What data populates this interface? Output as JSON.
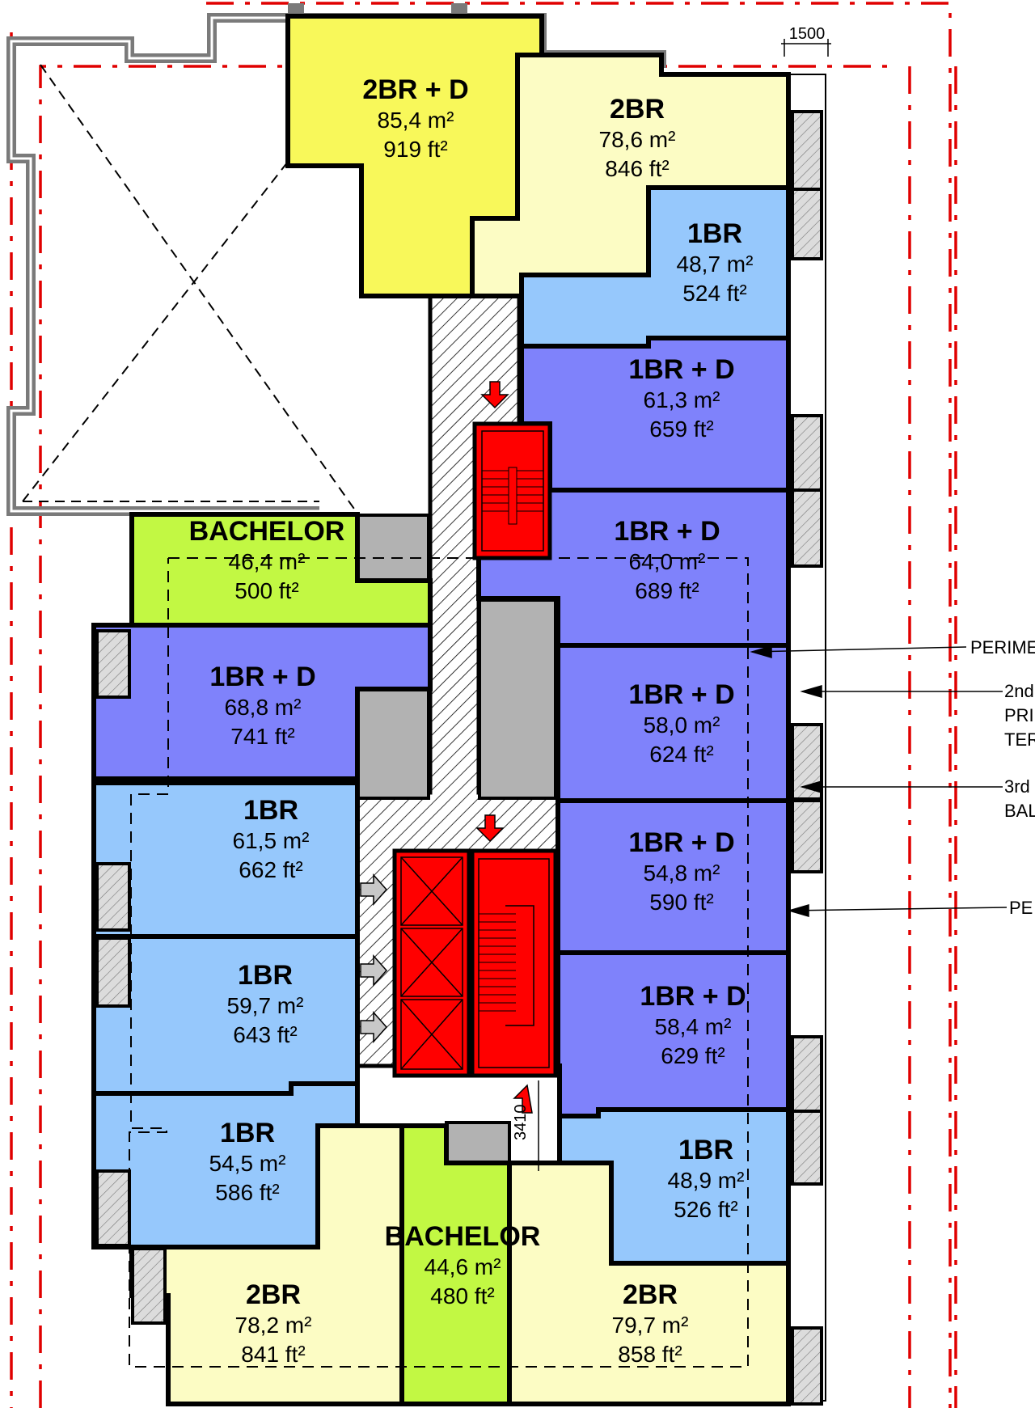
{
  "units": [
    {
      "id": "u2bd-top",
      "type": "2BR + D",
      "area_m2": "85,4 m²",
      "area_ft2": "919 ft²",
      "color": "#f8f85a"
    },
    {
      "id": "u2br-top",
      "type": "2BR",
      "area_m2": "78,6 m²",
      "area_ft2": "846 ft²",
      "color": "#fcfcc4"
    },
    {
      "id": "u1br-r1",
      "type": "1BR",
      "area_m2": "48,7 m²",
      "area_ft2": "524 ft²",
      "color": "#96c8fc"
    },
    {
      "id": "u1bd-r2",
      "type": "1BR + D",
      "area_m2": "61,3 m²",
      "area_ft2": "659 ft²",
      "color": "#7f82fb"
    },
    {
      "id": "u1bd-r3",
      "type": "1BR + D",
      "area_m2": "64,0 m²",
      "area_ft2": "689 ft²",
      "color": "#7f82fb"
    },
    {
      "id": "ubach-l",
      "type": "BACHELOR",
      "area_m2": "46,4 m²",
      "area_ft2": "500 ft²",
      "color": "#c2f843"
    },
    {
      "id": "u1bd-l1",
      "type": "1BR + D",
      "area_m2": "68,8 m²",
      "area_ft2": "741 ft²",
      "color": "#7f82fb"
    },
    {
      "id": "u1bd-r4",
      "type": "1BR + D",
      "area_m2": "58,0 m²",
      "area_ft2": "624 ft²",
      "color": "#7f82fb"
    },
    {
      "id": "u1br-l2",
      "type": "1BR",
      "area_m2": "61,5 m²",
      "area_ft2": "662 ft²",
      "color": "#96c8fc"
    },
    {
      "id": "u1bd-r5",
      "type": "1BR + D",
      "area_m2": "54,8 m²",
      "area_ft2": "590 ft²",
      "color": "#7f82fb"
    },
    {
      "id": "u1br-l3",
      "type": "1BR",
      "area_m2": "59,7 m²",
      "area_ft2": "643 ft²",
      "color": "#96c8fc"
    },
    {
      "id": "u1bd-r6",
      "type": "1BR + D",
      "area_m2": "58,4 m²",
      "area_ft2": "629 ft²",
      "color": "#7f82fb"
    },
    {
      "id": "u1br-l4",
      "type": "1BR",
      "area_m2": "54,5 m²",
      "area_ft2": "586 ft²",
      "color": "#96c8fc"
    },
    {
      "id": "u1br-r7",
      "type": "1BR",
      "area_m2": "48,9 m²",
      "area_ft2": "526 ft²",
      "color": "#96c8fc"
    },
    {
      "id": "ubach-b",
      "type": "BACHELOR",
      "area_m2": "44,6 m²",
      "area_ft2": "480 ft²",
      "color": "#c2f843"
    },
    {
      "id": "u2br-bl",
      "type": "2BR",
      "area_m2": "78,2 m²",
      "area_ft2": "841 ft²",
      "color": "#fcfcc4"
    },
    {
      "id": "u2br-br",
      "type": "2BR",
      "area_m2": "79,7 m²",
      "area_ft2": "858 ft²",
      "color": "#fcfcc4"
    }
  ],
  "dimensions": {
    "top": "1500",
    "corridor": "3410"
  },
  "annotations": [
    {
      "id": "ann-perimeter-1",
      "lines": [
        "PERIME"
      ]
    },
    {
      "id": "ann-2nd",
      "lines": [
        "2nd",
        "PRI",
        "TER"
      ]
    },
    {
      "id": "ann-3rd",
      "lines": [
        "3rd",
        "BAL"
      ]
    },
    {
      "id": "ann-perimeter-2",
      "lines": [
        "PE"
      ]
    }
  ],
  "colors": {
    "setback_line": "#e00000",
    "stair_elevator": "#ff0000",
    "services": "#b2b2b2",
    "wall": "#000000",
    "existing_wall": "#7a7a7a",
    "balcony_hatch": "#d9d9d9"
  }
}
